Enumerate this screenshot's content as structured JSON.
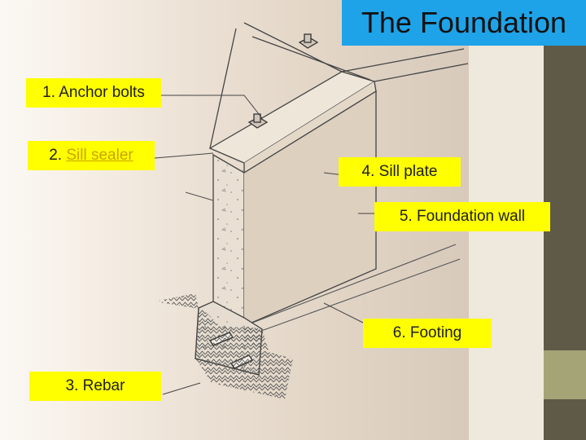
{
  "title": "The Foundation",
  "labels": {
    "anchor_bolts": "1. Anchor bolts",
    "sill_sealer_num": "2.",
    "sill_sealer_text": "Sill sealer",
    "rebar": "3. Rebar",
    "sill_plate": "4. Sill plate",
    "foundation_wall": "5. Foundation wall",
    "footing": "6. Footing"
  },
  "colors": {
    "label_bg": "#ffff00",
    "title_bg": "#1fa3e8",
    "side_stripe": "#5f5a48",
    "side_accent": "#a4a477"
  }
}
